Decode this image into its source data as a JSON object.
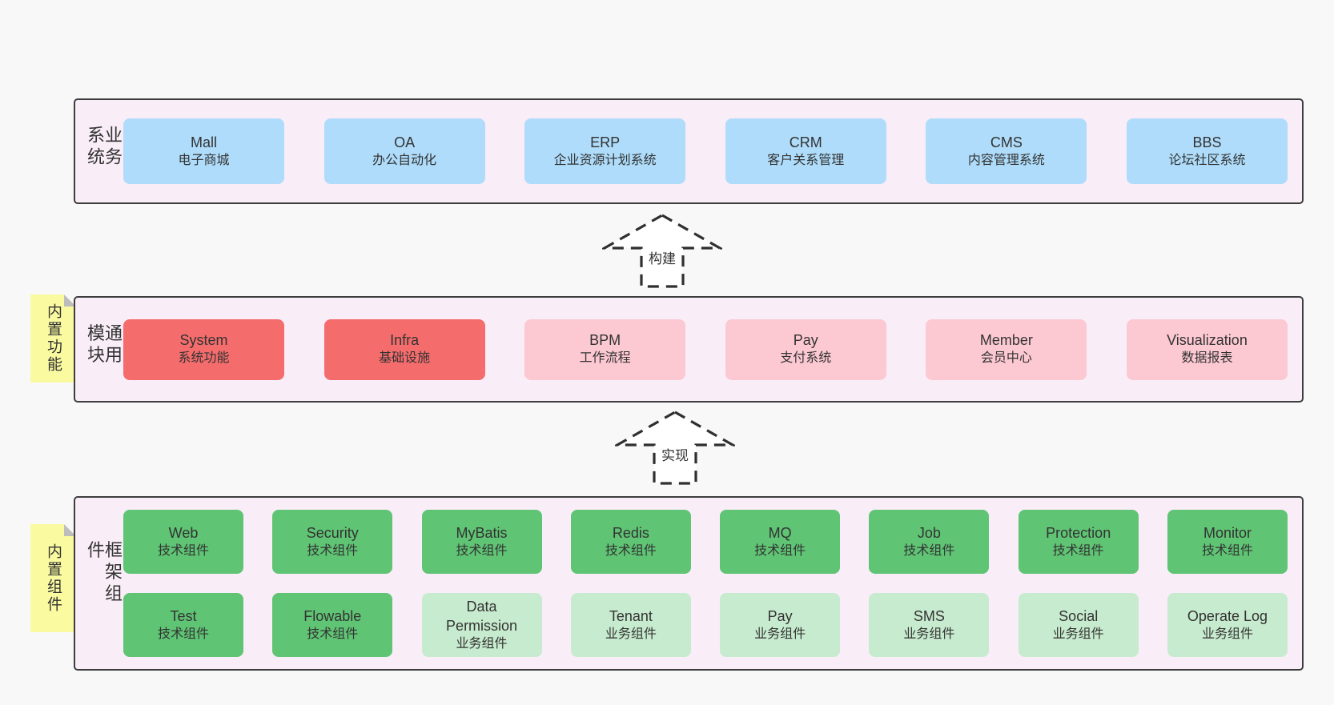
{
  "colors": {
    "page_background": "#f8f8f8",
    "panel_background": "#f9edf7",
    "panel_border": "#3d3d3d",
    "note_yellow": "#fafaa0",
    "note_fold_gray": "#bdbdbd",
    "text": "#333333",
    "variants": {
      "blue": "#aedcfa",
      "red": "#f56c6c",
      "pink": "#fcc8d2",
      "green": "#5fc474",
      "lightgreen": "#c7ebce"
    }
  },
  "arrows": [
    {
      "label": "构建"
    },
    {
      "label": "实现"
    }
  ],
  "layers": {
    "business": {
      "label": "业务系统",
      "rows": [
        [
          {
            "name": "Mall",
            "desc": "电子商城",
            "variant": "blue"
          },
          {
            "name": "OA",
            "desc": "办公自动化",
            "variant": "blue"
          },
          {
            "name": "ERP",
            "desc": "企业资源计划系统",
            "variant": "blue"
          },
          {
            "name": "CRM",
            "desc": "客户关系管理",
            "variant": "blue"
          },
          {
            "name": "CMS",
            "desc": "内容管理系统",
            "variant": "blue"
          },
          {
            "name": "BBS",
            "desc": "论坛社区系统",
            "variant": "blue"
          }
        ]
      ]
    },
    "modules": {
      "label": "通用模块",
      "note": "内置功能",
      "rows": [
        [
          {
            "name": "System",
            "desc": "系统功能",
            "variant": "red"
          },
          {
            "name": "Infra",
            "desc": "基础设施",
            "variant": "red"
          },
          {
            "name": "BPM",
            "desc": "工作流程",
            "variant": "pink"
          },
          {
            "name": "Pay",
            "desc": "支付系统",
            "variant": "pink"
          },
          {
            "name": "Member",
            "desc": "会员中心",
            "variant": "pink"
          },
          {
            "name": "Visualization",
            "desc": "数据报表",
            "variant": "pink"
          }
        ]
      ]
    },
    "components": {
      "label": "框架组件",
      "note": "内置组件",
      "rows": [
        [
          {
            "name": "Web",
            "desc": "技术组件",
            "variant": "green"
          },
          {
            "name": "Security",
            "desc": "技术组件",
            "variant": "green"
          },
          {
            "name": "MyBatis",
            "desc": "技术组件",
            "variant": "green"
          },
          {
            "name": "Redis",
            "desc": "技术组件",
            "variant": "green"
          },
          {
            "name": "MQ",
            "desc": "技术组件",
            "variant": "green"
          },
          {
            "name": "Job",
            "desc": "技术组件",
            "variant": "green"
          },
          {
            "name": "Protection",
            "desc": "技术组件",
            "variant": "green"
          },
          {
            "name": "Monitor",
            "desc": "技术组件",
            "variant": "green"
          }
        ],
        [
          {
            "name": "Test",
            "desc": "技术组件",
            "variant": "green"
          },
          {
            "name": "Flowable",
            "desc": "技术组件",
            "variant": "green"
          },
          {
            "name": "Data Permission",
            "desc": "业务组件",
            "variant": "lightgreen"
          },
          {
            "name": "Tenant",
            "desc": "业务组件",
            "variant": "lightgreen"
          },
          {
            "name": "Pay",
            "desc": "业务组件",
            "variant": "lightgreen"
          },
          {
            "name": "SMS",
            "desc": "业务组件",
            "variant": "lightgreen"
          },
          {
            "name": "Social",
            "desc": "业务组件",
            "variant": "lightgreen"
          },
          {
            "name": "Operate Log",
            "desc": "业务组件",
            "variant": "lightgreen"
          }
        ]
      ]
    }
  }
}
